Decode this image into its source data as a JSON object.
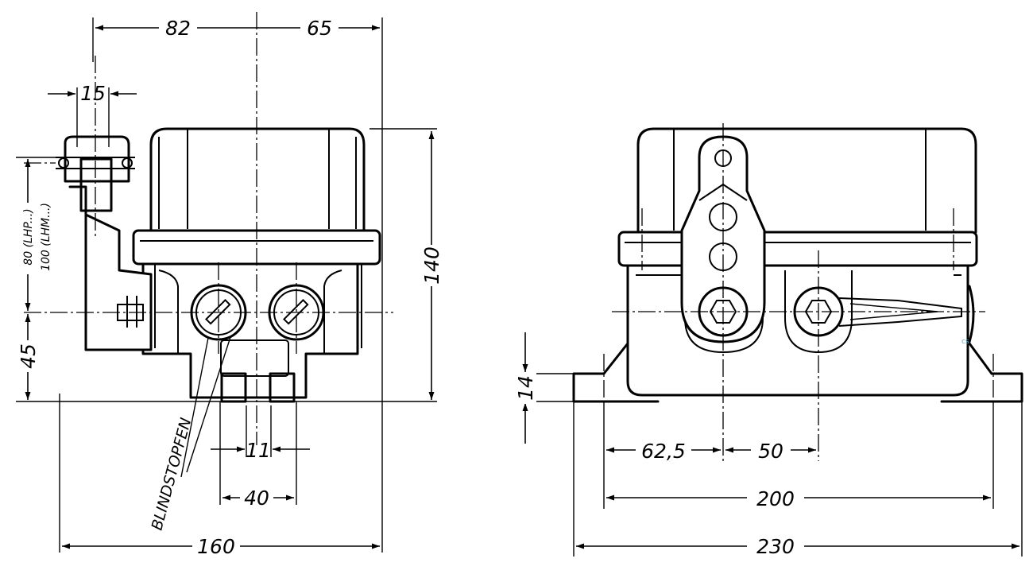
{
  "drawing": {
    "dimensions": {
      "side_82": "82",
      "side_65": "65",
      "side_15": "15",
      "side_80": "80 (LHP...)",
      "side_100": "100 (LHM...)",
      "side_45": "45",
      "side_140": "140",
      "side_11": "11",
      "side_40": "40",
      "side_160": "160",
      "front_14": "14",
      "front_62_5": "62,5",
      "front_50": "50",
      "front_200": "200",
      "front_230": "230"
    },
    "labels": {
      "blind_plugs": "BLINDSTOPFEN"
    }
  }
}
